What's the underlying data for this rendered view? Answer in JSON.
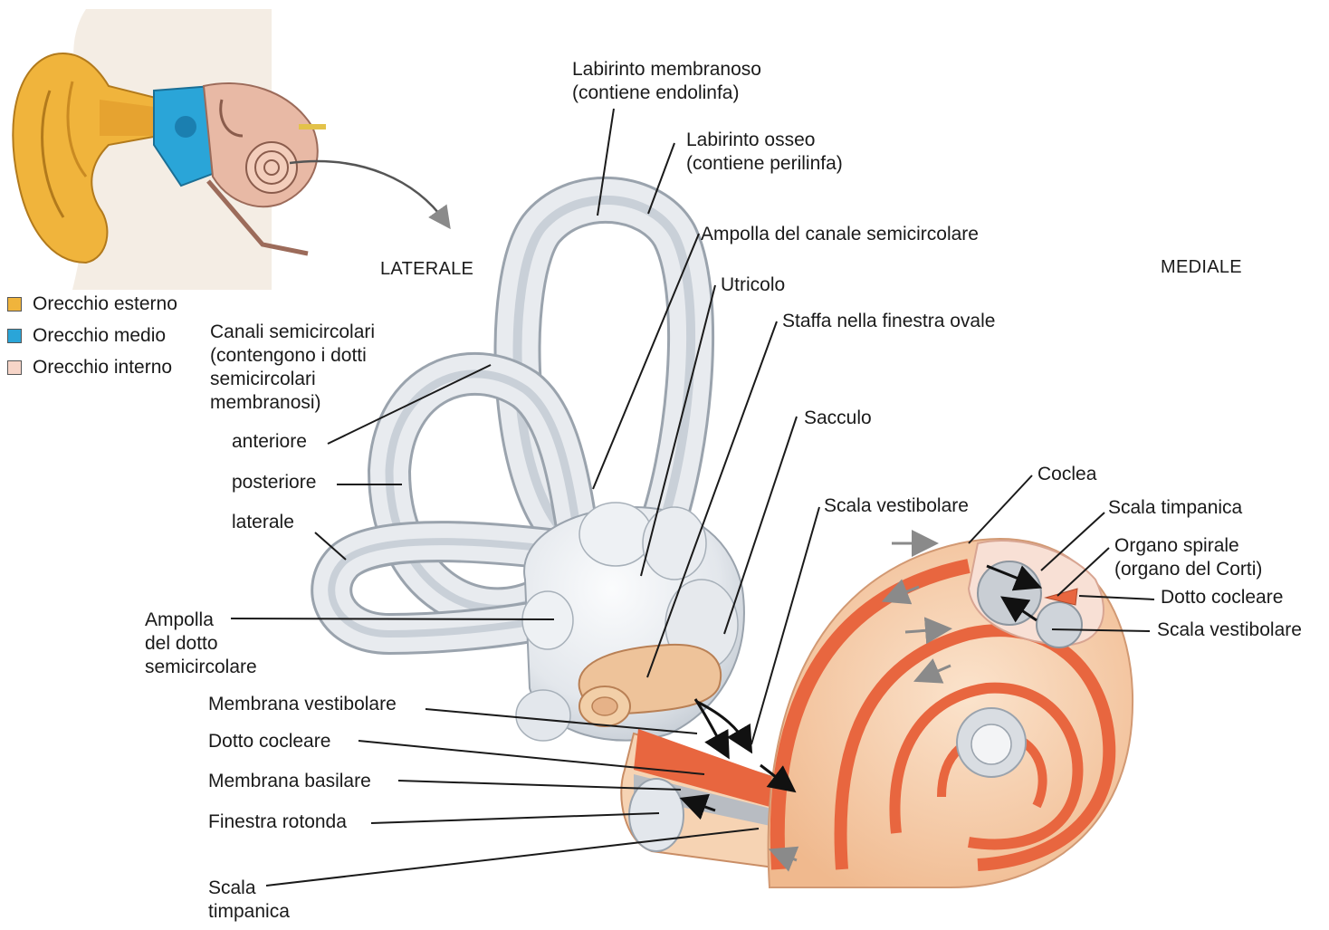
{
  "legend": [
    {
      "label": "Orecchio esterno",
      "color": "#f0b43c"
    },
    {
      "label": "Orecchio medio",
      "color": "#2aa5d8"
    },
    {
      "label": "Orecchio interno",
      "color": "#f7d5c8"
    }
  ],
  "directions": {
    "lateral": "LATERALE",
    "medial": "MEDIALE"
  },
  "labels": {
    "labirinto_membranoso_1": "Labirinto membranoso",
    "labirinto_membranoso_2": "(contiene endolinfa)",
    "labirinto_osseo_1": "Labirinto osseo",
    "labirinto_osseo_2": "(contiene perilinfa)",
    "ampolla_canale": "Ampolla del canale semicircolare",
    "utricolo": "Utricolo",
    "staffa": "Staffa nella finestra ovale",
    "sacculo": "Sacculo",
    "scala_vestibolare_top": "Scala vestibolare",
    "coclea": "Coclea",
    "scala_timpanica_right": "Scala timpanica",
    "organo_spirale_1": "Organo spirale",
    "organo_spirale_2": "(organo del Corti)",
    "dotto_cocleare_right": "Dotto cocleare",
    "scala_vestibolare_right": "Scala vestibolare",
    "canali_1": "Canali semicircolari",
    "canali_2": "(contengono i dotti",
    "canali_3": "semicircolari",
    "canali_4": "membranosi)",
    "anteriore": "anteriore",
    "posteriore": "posteriore",
    "laterale": "laterale",
    "ampolla_dotto_1": "Ampolla",
    "ampolla_dotto_2": "del dotto",
    "ampolla_dotto_3": "semicircolare",
    "membrana_vestibolare": "Membrana vestibolare",
    "dotto_cocleare_left": "Dotto cocleare",
    "membrana_basilare": "Membrana basilare",
    "finestra_rotonda": "Finestra rotonda",
    "scala_timpanica_1": "Scala",
    "scala_timpanica_2": "timpanica"
  },
  "colors": {
    "bone": "#e6e9ee",
    "bone_edge": "#9aa3ad",
    "cochlea_base": "#f4c9a3",
    "cochlea_stripe": "#e8663f",
    "outer_ear": "#f0b43c",
    "middle_ear": "#2aa5d8",
    "inner_ear": "#f7d5c8"
  }
}
